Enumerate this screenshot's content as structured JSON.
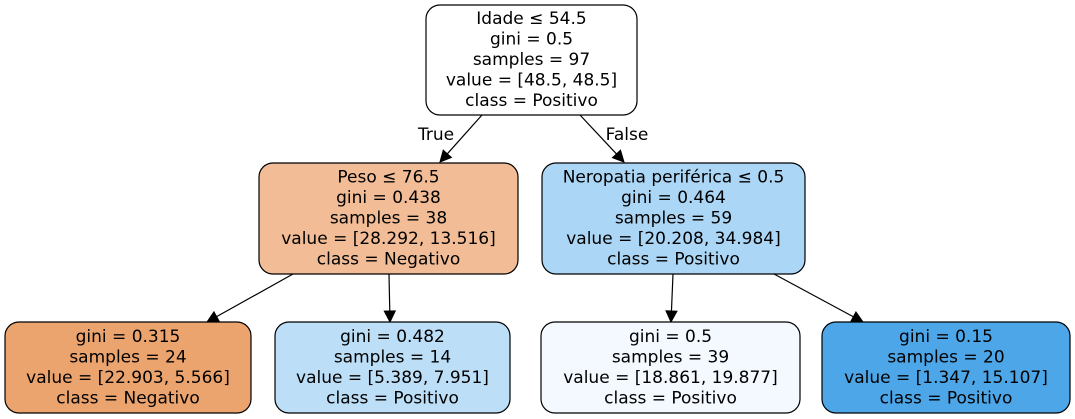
{
  "nodes": [
    {
      "id": "root",
      "fill": "#ffffff",
      "lines": [
        "Idade  ≤ 54.5",
        "gini = 0.5",
        "samples = 97",
        "value = [48.5, 48.5]",
        "class = Positivo"
      ]
    },
    {
      "id": "left",
      "fill": "#f1bc96",
      "lines": [
        "Peso ≤ 76.5",
        "gini = 0.438",
        "samples = 38",
        "value = [28.292, 13.516]",
        "class = Negativo"
      ]
    },
    {
      "id": "right",
      "fill": "#acd6f5",
      "lines": [
        "Neropatia periférica ≤ 0.5",
        "gini = 0.464",
        "samples = 59",
        "value = [20.208, 34.984]",
        "class = Positivo"
      ]
    },
    {
      "id": "left-left",
      "fill": "#eca46f",
      "lines": [
        "gini = 0.315",
        "samples = 24",
        "value = [22.903, 5.566]",
        "class = Negativo"
      ]
    },
    {
      "id": "left-right",
      "fill": "#bcdef7",
      "lines": [
        "gini = 0.482",
        "samples = 14",
        "value = [5.389, 7.951]",
        "class = Positivo"
      ]
    },
    {
      "id": "right-left",
      "fill": "#f3f9fe",
      "lines": [
        "gini = 0.5",
        "samples = 39",
        "value = [18.861, 19.877]",
        "class = Positivo"
      ]
    },
    {
      "id": "right-right",
      "fill": "#4ca6e8",
      "lines": [
        "gini = 0.15",
        "samples = 20",
        "value = [1.347, 15.107]",
        "class = Positivo"
      ]
    }
  ],
  "edges": [
    {
      "from": "root",
      "to": "left",
      "label": "True"
    },
    {
      "from": "root",
      "to": "right",
      "label": "False"
    },
    {
      "from": "left",
      "to": "left-left",
      "label": ""
    },
    {
      "from": "left",
      "to": "left-right",
      "label": ""
    },
    {
      "from": "right",
      "to": "right-left",
      "label": ""
    },
    {
      "from": "right",
      "to": "right-right",
      "label": ""
    }
  ]
}
